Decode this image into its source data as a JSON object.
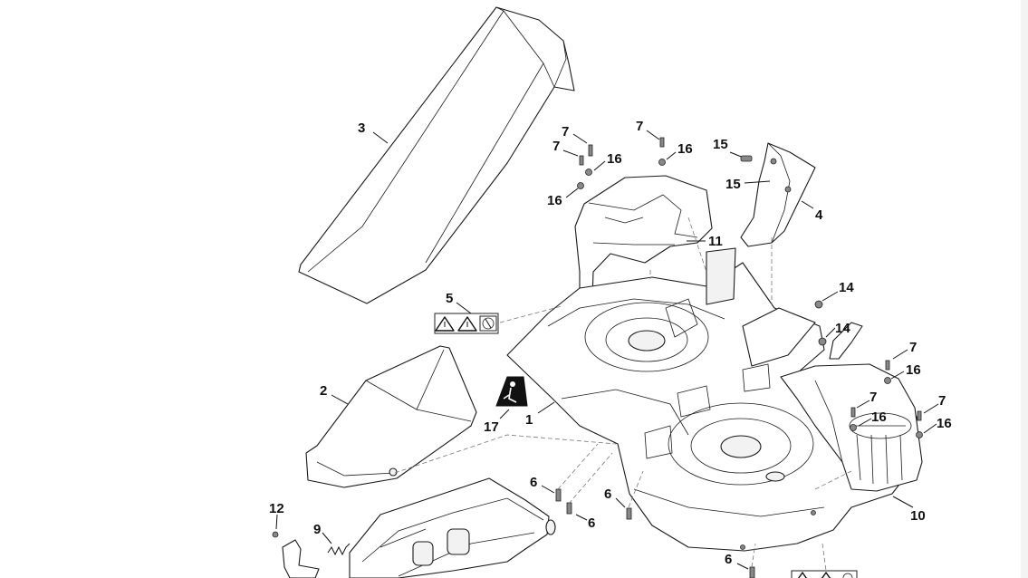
{
  "callouts": {
    "c1": "1",
    "c2": "2",
    "c3": "3",
    "c4": "4",
    "c5": "5",
    "c6a": "6",
    "c6b": "6",
    "c6c": "6",
    "c6d": "6",
    "c7a": "7",
    "c7b": "7",
    "c7c": "7",
    "c7d": "7",
    "c7e": "7",
    "c7f": "7",
    "c9": "9",
    "c10": "10",
    "c11": "11",
    "c12": "12",
    "c14a": "14",
    "c14b": "14",
    "c15a": "15",
    "c15b": "15",
    "c16a": "16",
    "c16b": "16",
    "c16c": "16",
    "c16d": "16",
    "c16e": "16",
    "c16f": "16",
    "c17": "17"
  },
  "icons": {
    "warning_label": "warning-decal-icon",
    "operator_label": "operator-safety-decal-icon"
  },
  "colors": {
    "line": "#1a1a1a",
    "background": "#ffffff",
    "dashed_leader": "#777777"
  }
}
